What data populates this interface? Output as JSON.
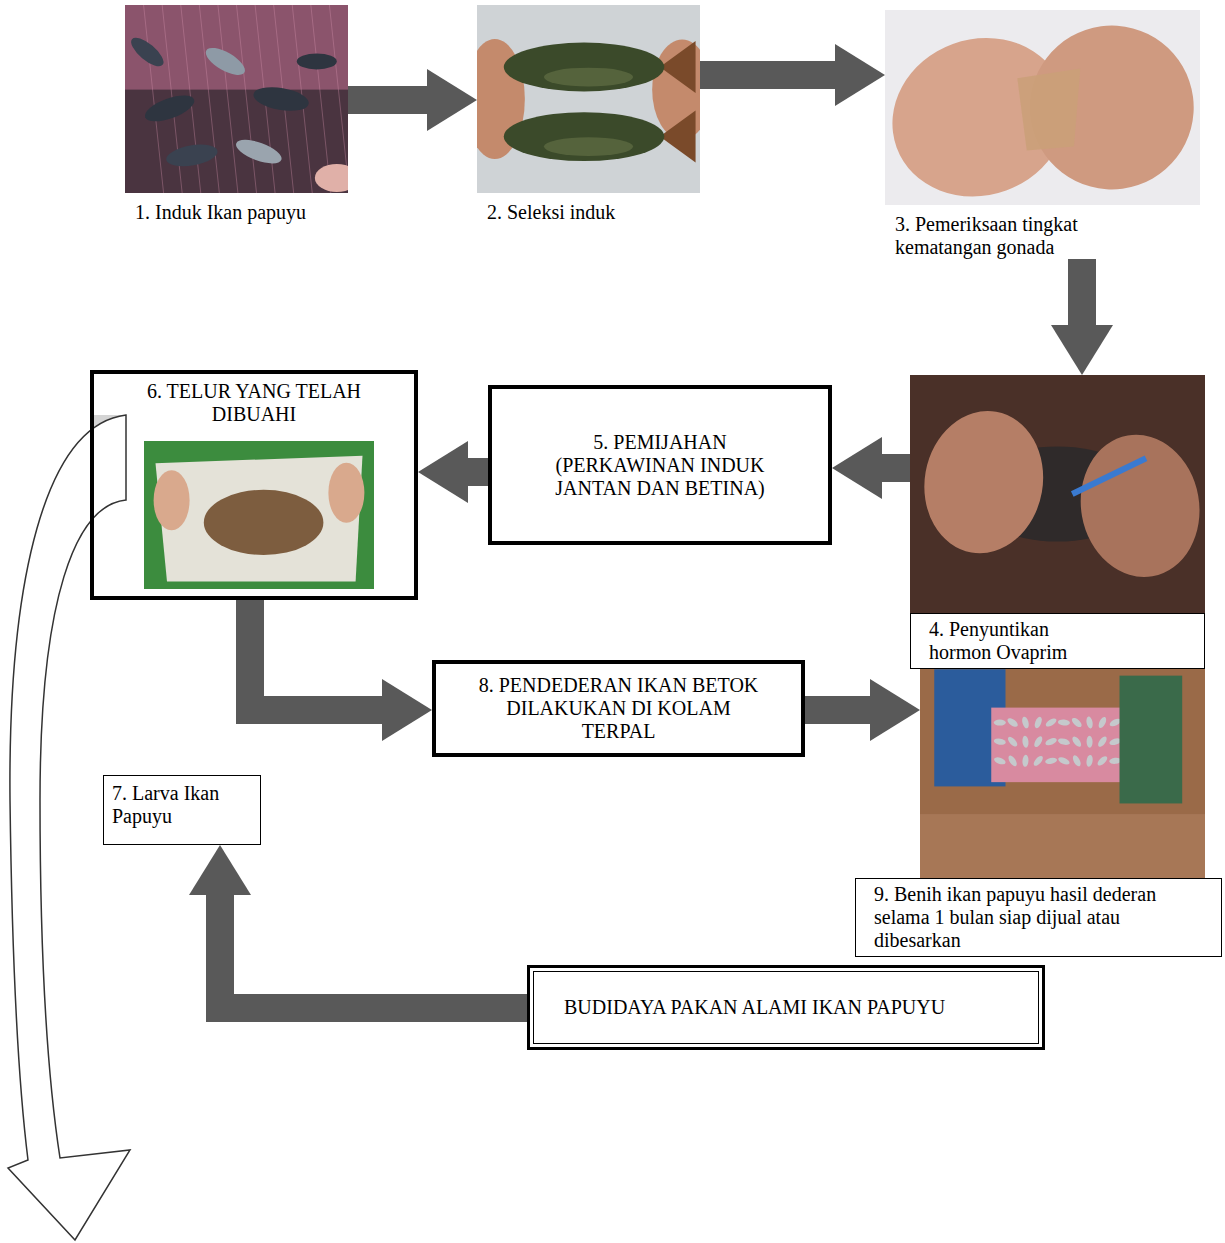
{
  "diagram": {
    "nodes": [
      {
        "text": [
          "1. Induk Ikan papuyu"
        ]
      },
      {
        "text": [
          "2. Seleksi induk"
        ]
      },
      {
        "text": [
          "3. Pemeriksaan tingkat kematangan gonada"
        ]
      },
      {
        "text": [
          "4. Penyuntikan hormon Ovaprim"
        ]
      },
      {
        "text": [
          "5. PEMIJAHAN (PERKAWINAN INDUK JANTAN DAN BETINA)"
        ]
      },
      {
        "text": [
          "6. TELUR YANG TELAH DIBUAHI"
        ]
      },
      {
        "text": [
          "7. Larva Ikan Papuyu"
        ]
      },
      {
        "text": [
          "8. PENDEDERAN IKAN BETOK DILAKUKAN DI KOLAM TERPAL"
        ]
      },
      {
        "text": [
          "9. Benih ikan papuyu hasil dederan selama 1 bulan siap dijual atau dibesarkan"
        ]
      },
      {
        "text": [
          "BUDIDAYA PAKAN ALAMI IKAN PAPUYU"
        ]
      }
    ],
    "edges": [
      {
        "from": 0,
        "to": 1,
        "arrow": "to"
      },
      {
        "from": 1,
        "to": 2,
        "arrow": "to"
      },
      {
        "from": 2,
        "to": 3,
        "arrow": "to"
      },
      {
        "from": 3,
        "to": 4,
        "arrow": "to"
      },
      {
        "from": 4,
        "to": 5,
        "arrow": "to"
      },
      {
        "from": 5,
        "to": 7,
        "arrow": "to"
      },
      {
        "from": 7,
        "to": 8,
        "arrow": "to"
      },
      {
        "from": 9,
        "to": 6,
        "arrow": "to"
      }
    ]
  }
}
